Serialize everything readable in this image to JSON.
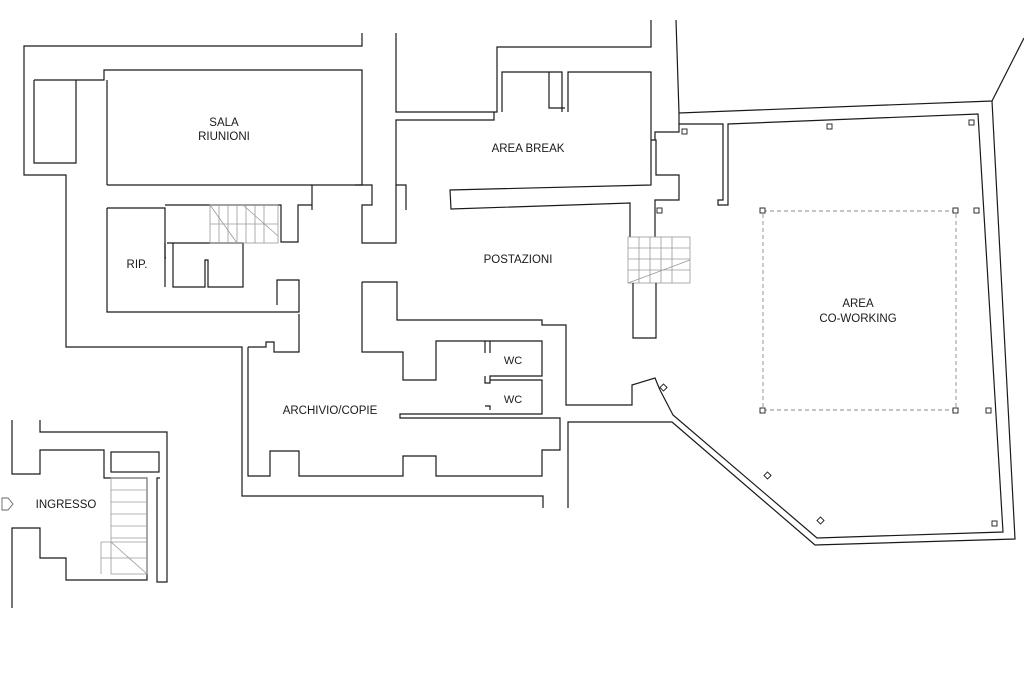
{
  "rooms": {
    "sala_riunioni": [
      "SALA",
      "RIUNIONI"
    ],
    "rip": "RIP.",
    "area_break": "AREA BREAK",
    "postazioni": "POSTAZIONI",
    "area_coworking": [
      "AREA",
      "CO-WORKING"
    ],
    "wc_1": "WC",
    "wc_2": "WC",
    "archivio": "ARCHIVIO/COPIE",
    "ingresso": "INGRESSO"
  }
}
